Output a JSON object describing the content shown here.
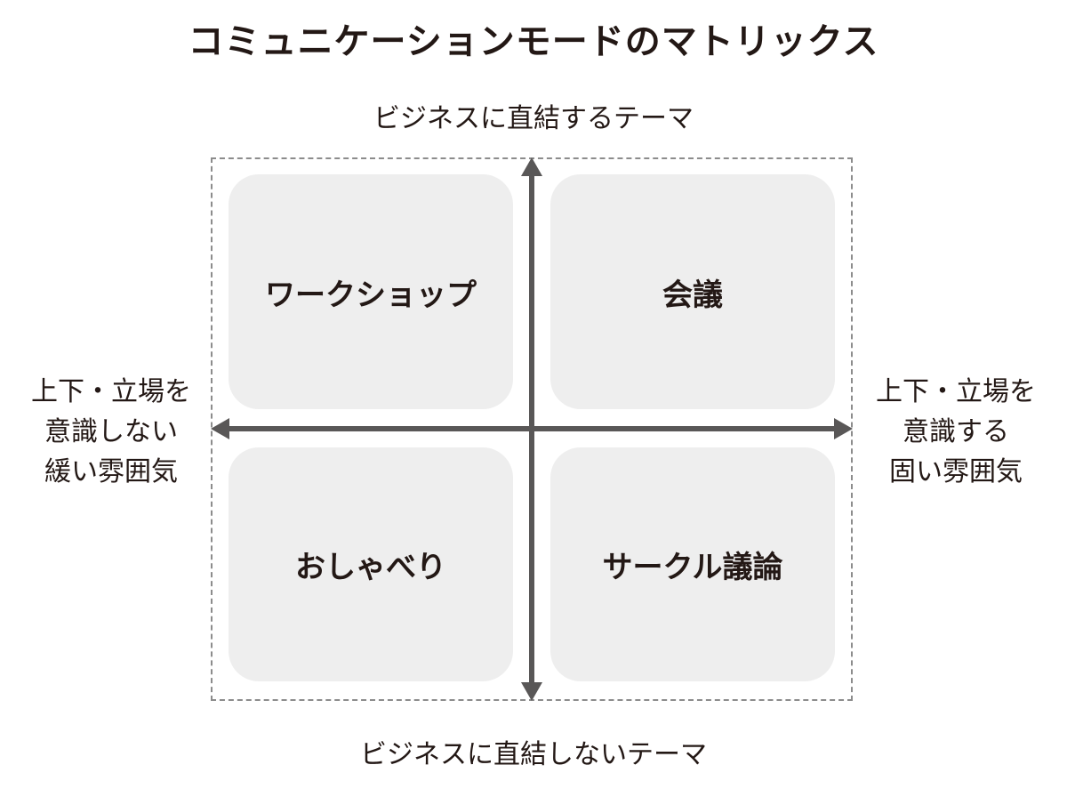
{
  "title": "コミュニケーションモードのマトリックス",
  "axes": {
    "top": "ビジネスに直結するテーマ",
    "bottom": "ビジネスに直結しないテーマ",
    "left": [
      "上下・立場を",
      "意識しない",
      "緩い雰囲気"
    ],
    "right": [
      "上下・立場を",
      "意識する",
      "固い雰囲気"
    ]
  },
  "quadrants": {
    "top_left": "ワークショップ",
    "top_right": "会議",
    "bottom_left": "おしゃべり",
    "bottom_right": "サークル議論"
  },
  "colors": {
    "text": "#231815",
    "axis": "#595757",
    "quadrant_fill": "#eeeeee",
    "frame_dash": "#8c8c8c"
  }
}
